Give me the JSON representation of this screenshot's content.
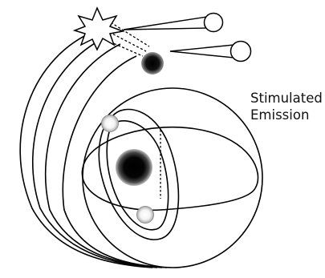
{
  "caption": {
    "line1": "Stimulated",
    "line2": "Emission"
  },
  "colors": {
    "stroke": "#000000",
    "background": "#ffffff"
  },
  "icons": {
    "excited_electron": "dark-sphere",
    "orbiting_electrons": "white-sphere",
    "nucleus": "black-sphere",
    "photon": "starburst-flash"
  }
}
